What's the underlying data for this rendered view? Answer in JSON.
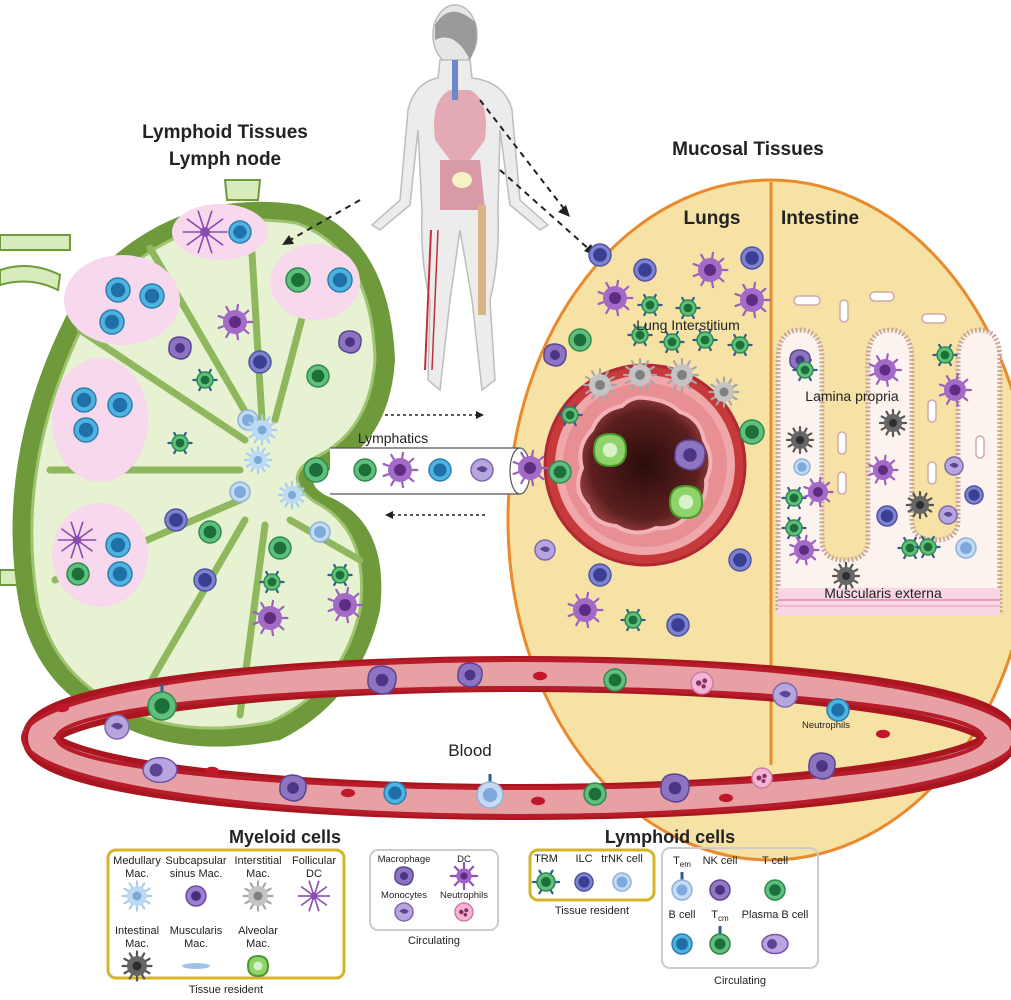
{
  "titles": {
    "lymphoid_tissues": "Lymphoid Tissues",
    "lymph_node": "Lymph node",
    "mucosal_tissues": "Mucosal Tissues",
    "lungs": "Lungs",
    "intestine": "Intestine",
    "lung_interstitium": "Lung Interstitium",
    "lamina_propria": "Lamina propria",
    "muscularis_externa": "Muscularis externa",
    "lymphatics": "Lymphatics",
    "blood": "Blood",
    "neutrophils": "Neutrophils"
  },
  "legend": {
    "myeloid": {
      "title": "Myeloid  cells",
      "resident": {
        "title": "Tissue resident",
        "items": [
          {
            "line1": "Medullary",
            "line2": "Mac.",
            "icon": "spiky-cell-light-blue"
          },
          {
            "line1": "Subcapsular",
            "line2": "sinus Mac.",
            "icon": "purple-cell-dark-core"
          },
          {
            "line1": "Interstitial",
            "line2": "Mac.",
            "icon": "spiky-cell-grey"
          },
          {
            "line1": "Follicular",
            "line2": "DC",
            "icon": "dendritic-star-purple"
          },
          {
            "line1": "Intestinal",
            "line2": "Mac.",
            "icon": "spiky-cell-dark"
          },
          {
            "line1": "Muscularis",
            "line2": "Mac.",
            "icon": "flat-cell-blue"
          },
          {
            "line1": "Alveolar",
            "line2": "Mac.",
            "icon": "green-cell"
          }
        ]
      },
      "circulating": {
        "title": "Circulating",
        "items": [
          {
            "line1": "Macrophage",
            "icon": "purple-macrophage"
          },
          {
            "line1": "DC",
            "icon": "dendritic-cell-purple"
          },
          {
            "line1": "Monocytes",
            "icon": "purple-kidney-cell"
          },
          {
            "line1": "Neutrophils",
            "icon": "pink-neutrophil"
          }
        ]
      }
    },
    "lymphoid": {
      "title": "Lymphoid cells",
      "resident": {
        "title": "Tissue resident",
        "items": [
          {
            "line1": "TRM",
            "icon": "green-cell-receptors"
          },
          {
            "line1": "ILC",
            "icon": "blue-lymphocyte"
          },
          {
            "line1": "trNK cell",
            "icon": "light-blue-lymphocyte"
          }
        ]
      },
      "circulating": {
        "title": "Circulating",
        "items": [
          {
            "line1": "T",
            "sub": "em",
            "icon": "light-blue-receptor-cell"
          },
          {
            "line1": "NK cell",
            "icon": "purple-granular-cell"
          },
          {
            "line1": "T cell",
            "icon": "green-cell"
          },
          {
            "line1": "B cell",
            "icon": "blue-b-cell"
          },
          {
            "line1": "T",
            "sub": "cm",
            "icon": "green-receptor-cell"
          },
          {
            "line1": "Plasma B cell",
            "icon": "purple-plasma-cell"
          }
        ]
      }
    }
  },
  "colors": {
    "lymph_node_fill": "#e7f2d3",
    "lymph_node_border": "#6f9a3c",
    "follicle": "#f7d8ec",
    "mucosal_fill": "#f7e2a6",
    "mucosal_border": "#e98a2c",
    "vessel_red": "#b71c2a",
    "legend_box": "#d4b52a"
  }
}
